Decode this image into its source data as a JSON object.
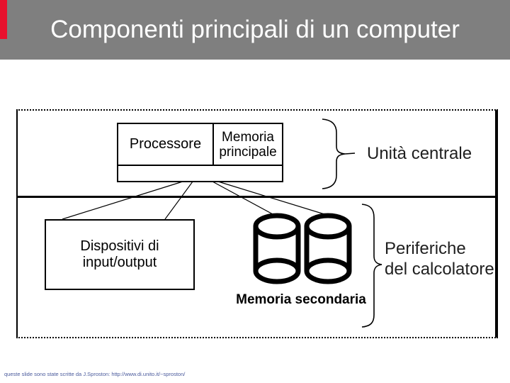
{
  "colors": {
    "header_bg": "#7f7f7f",
    "accent_red": "#e8112d",
    "footer_link": "#4a5a9c",
    "ink": "#000000"
  },
  "header": {
    "title": "Componenti principali di un computer"
  },
  "diagram": {
    "processor": {
      "label": "Processore"
    },
    "main_memory": {
      "label": "Memoria principale"
    },
    "io_devices": {
      "line1": "Dispositivi di",
      "line2": "input/output"
    },
    "secondary_memory": {
      "label": "Memoria secondaria"
    },
    "central_unit": {
      "label": "Unità centrale"
    },
    "peripherals": {
      "line1": "Periferiche",
      "line2": "del calcolatore"
    }
  },
  "footer": {
    "credit": "queste slide sono state scritte da J.Sproston: http://www.di.unito.it/~sproston/"
  }
}
